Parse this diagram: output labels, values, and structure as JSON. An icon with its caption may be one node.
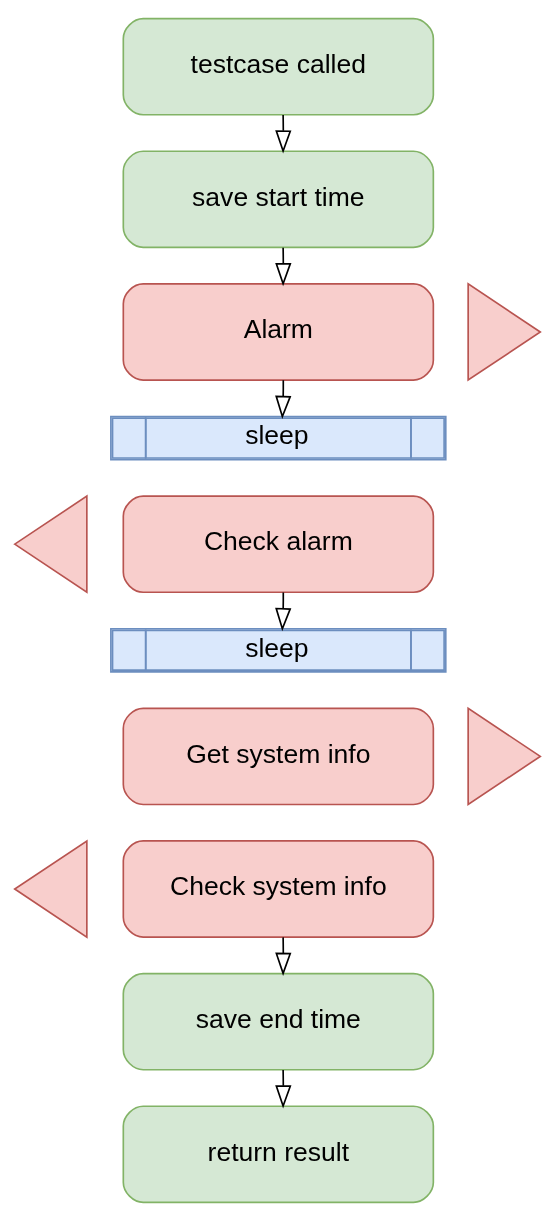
{
  "diagram": {
    "nodes": [
      {
        "text": [
          "testcase called"
        ]
      },
      {
        "text": [
          "save start time"
        ]
      },
      {
        "text": [
          "Alarm"
        ]
      },
      {
        "text": [],
        "shape": "triangle"
      },
      {
        "text": [
          "sleep"
        ]
      },
      {
        "text": [],
        "shape": "triangle"
      },
      {
        "text": [
          "Check alarm"
        ]
      },
      {
        "text": [
          "sleep"
        ]
      },
      {
        "text": [
          "Get system info"
        ]
      },
      {
        "text": [],
        "shape": "triangle"
      },
      {
        "text": [],
        "shape": "triangle"
      },
      {
        "text": [
          "Check system info"
        ]
      },
      {
        "text": [
          "save end time"
        ]
      },
      {
        "text": [
          "return result"
        ]
      }
    ],
    "edges": [
      {
        "from": 0,
        "to": 1,
        "arrow": "to"
      },
      {
        "from": 1,
        "to": 2,
        "arrow": "to"
      },
      {
        "from": 2,
        "to": 4,
        "arrow": "to"
      },
      {
        "from": 6,
        "to": 7,
        "arrow": "to"
      },
      {
        "from": 11,
        "to": 12,
        "arrow": "to"
      },
      {
        "from": 12,
        "to": 13,
        "arrow": "to"
      }
    ]
  }
}
